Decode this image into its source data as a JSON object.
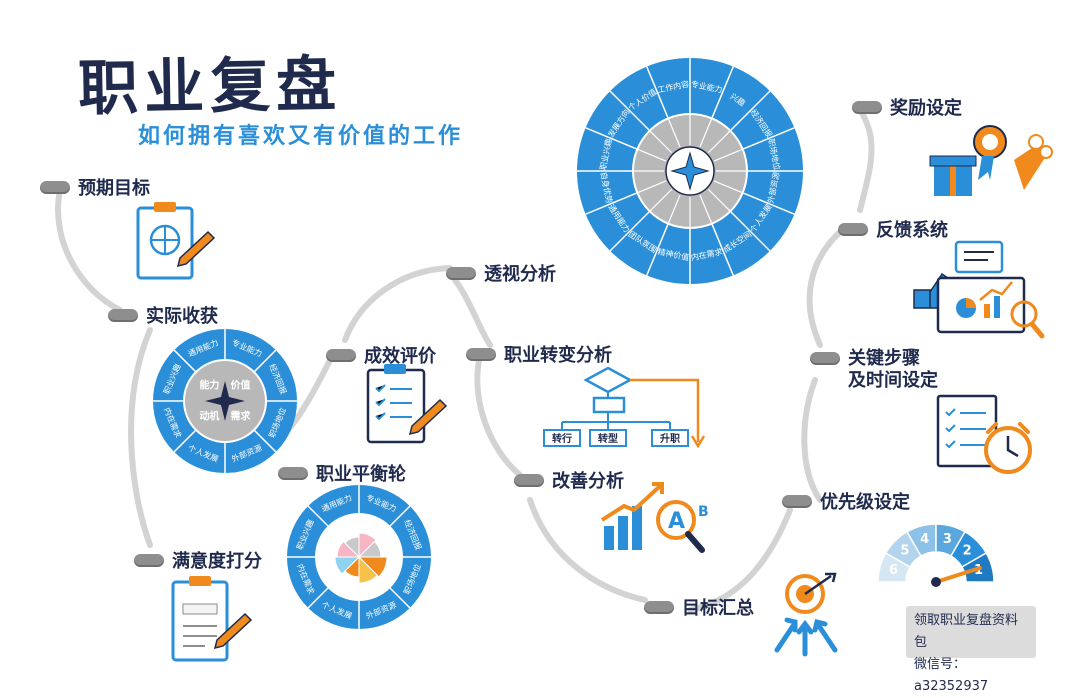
{
  "header": {
    "title": "职业复盘",
    "subtitle": "如何拥有喜欢又有价值的工作"
  },
  "nodes": {
    "expected_goal": "预期目标",
    "actual_gain": "实际收获",
    "satisfaction": "满意度打分",
    "performance": "成效评价",
    "balance_wheel": "职业平衡轮",
    "perspective": "透视分析",
    "transition": "职业转变分析",
    "improvement": "改善分析",
    "goal_summary": "目标汇总",
    "reward": "奖励设定",
    "feedback": "反馈系统",
    "key_steps_line1": "关键步骤",
    "key_steps_line2": "及时间设定",
    "priority": "优先级设定"
  },
  "wheel_small": {
    "outer": [
      "专业能力",
      "经济回报",
      "职场地位",
      "外部资源",
      "个人发展",
      "内在需求",
      "职业兴趣",
      "通用能力"
    ],
    "inner": [
      "能力",
      "价值",
      "需求",
      "动机"
    ]
  },
  "wheel_big": {
    "outer": [
      "专业能力",
      "兴趣",
      "经济回报",
      "职场地位",
      "外部资源",
      "个人发展",
      "成长空间",
      "内在需求",
      "精神价值",
      "团队氛围",
      "通用能力",
      "自身优势",
      "职业兴趣",
      "发展方向",
      "个人价值",
      "工作内容"
    ]
  },
  "flowchart": {
    "labels": [
      "转行",
      "转型",
      "升职"
    ]
  },
  "priority_dial": [
    "6",
    "5",
    "4",
    "3",
    "2",
    "1"
  ],
  "improvement_letters": [
    "A",
    "B"
  ],
  "note": {
    "line1": "领取职业复盘资料包",
    "line2": "微信号：a32352937"
  },
  "colors": {
    "blue": "#2a8fd8",
    "navy": "#1f2a4d",
    "orange": "#f08a1c",
    "gray": "#8e8e8e"
  }
}
